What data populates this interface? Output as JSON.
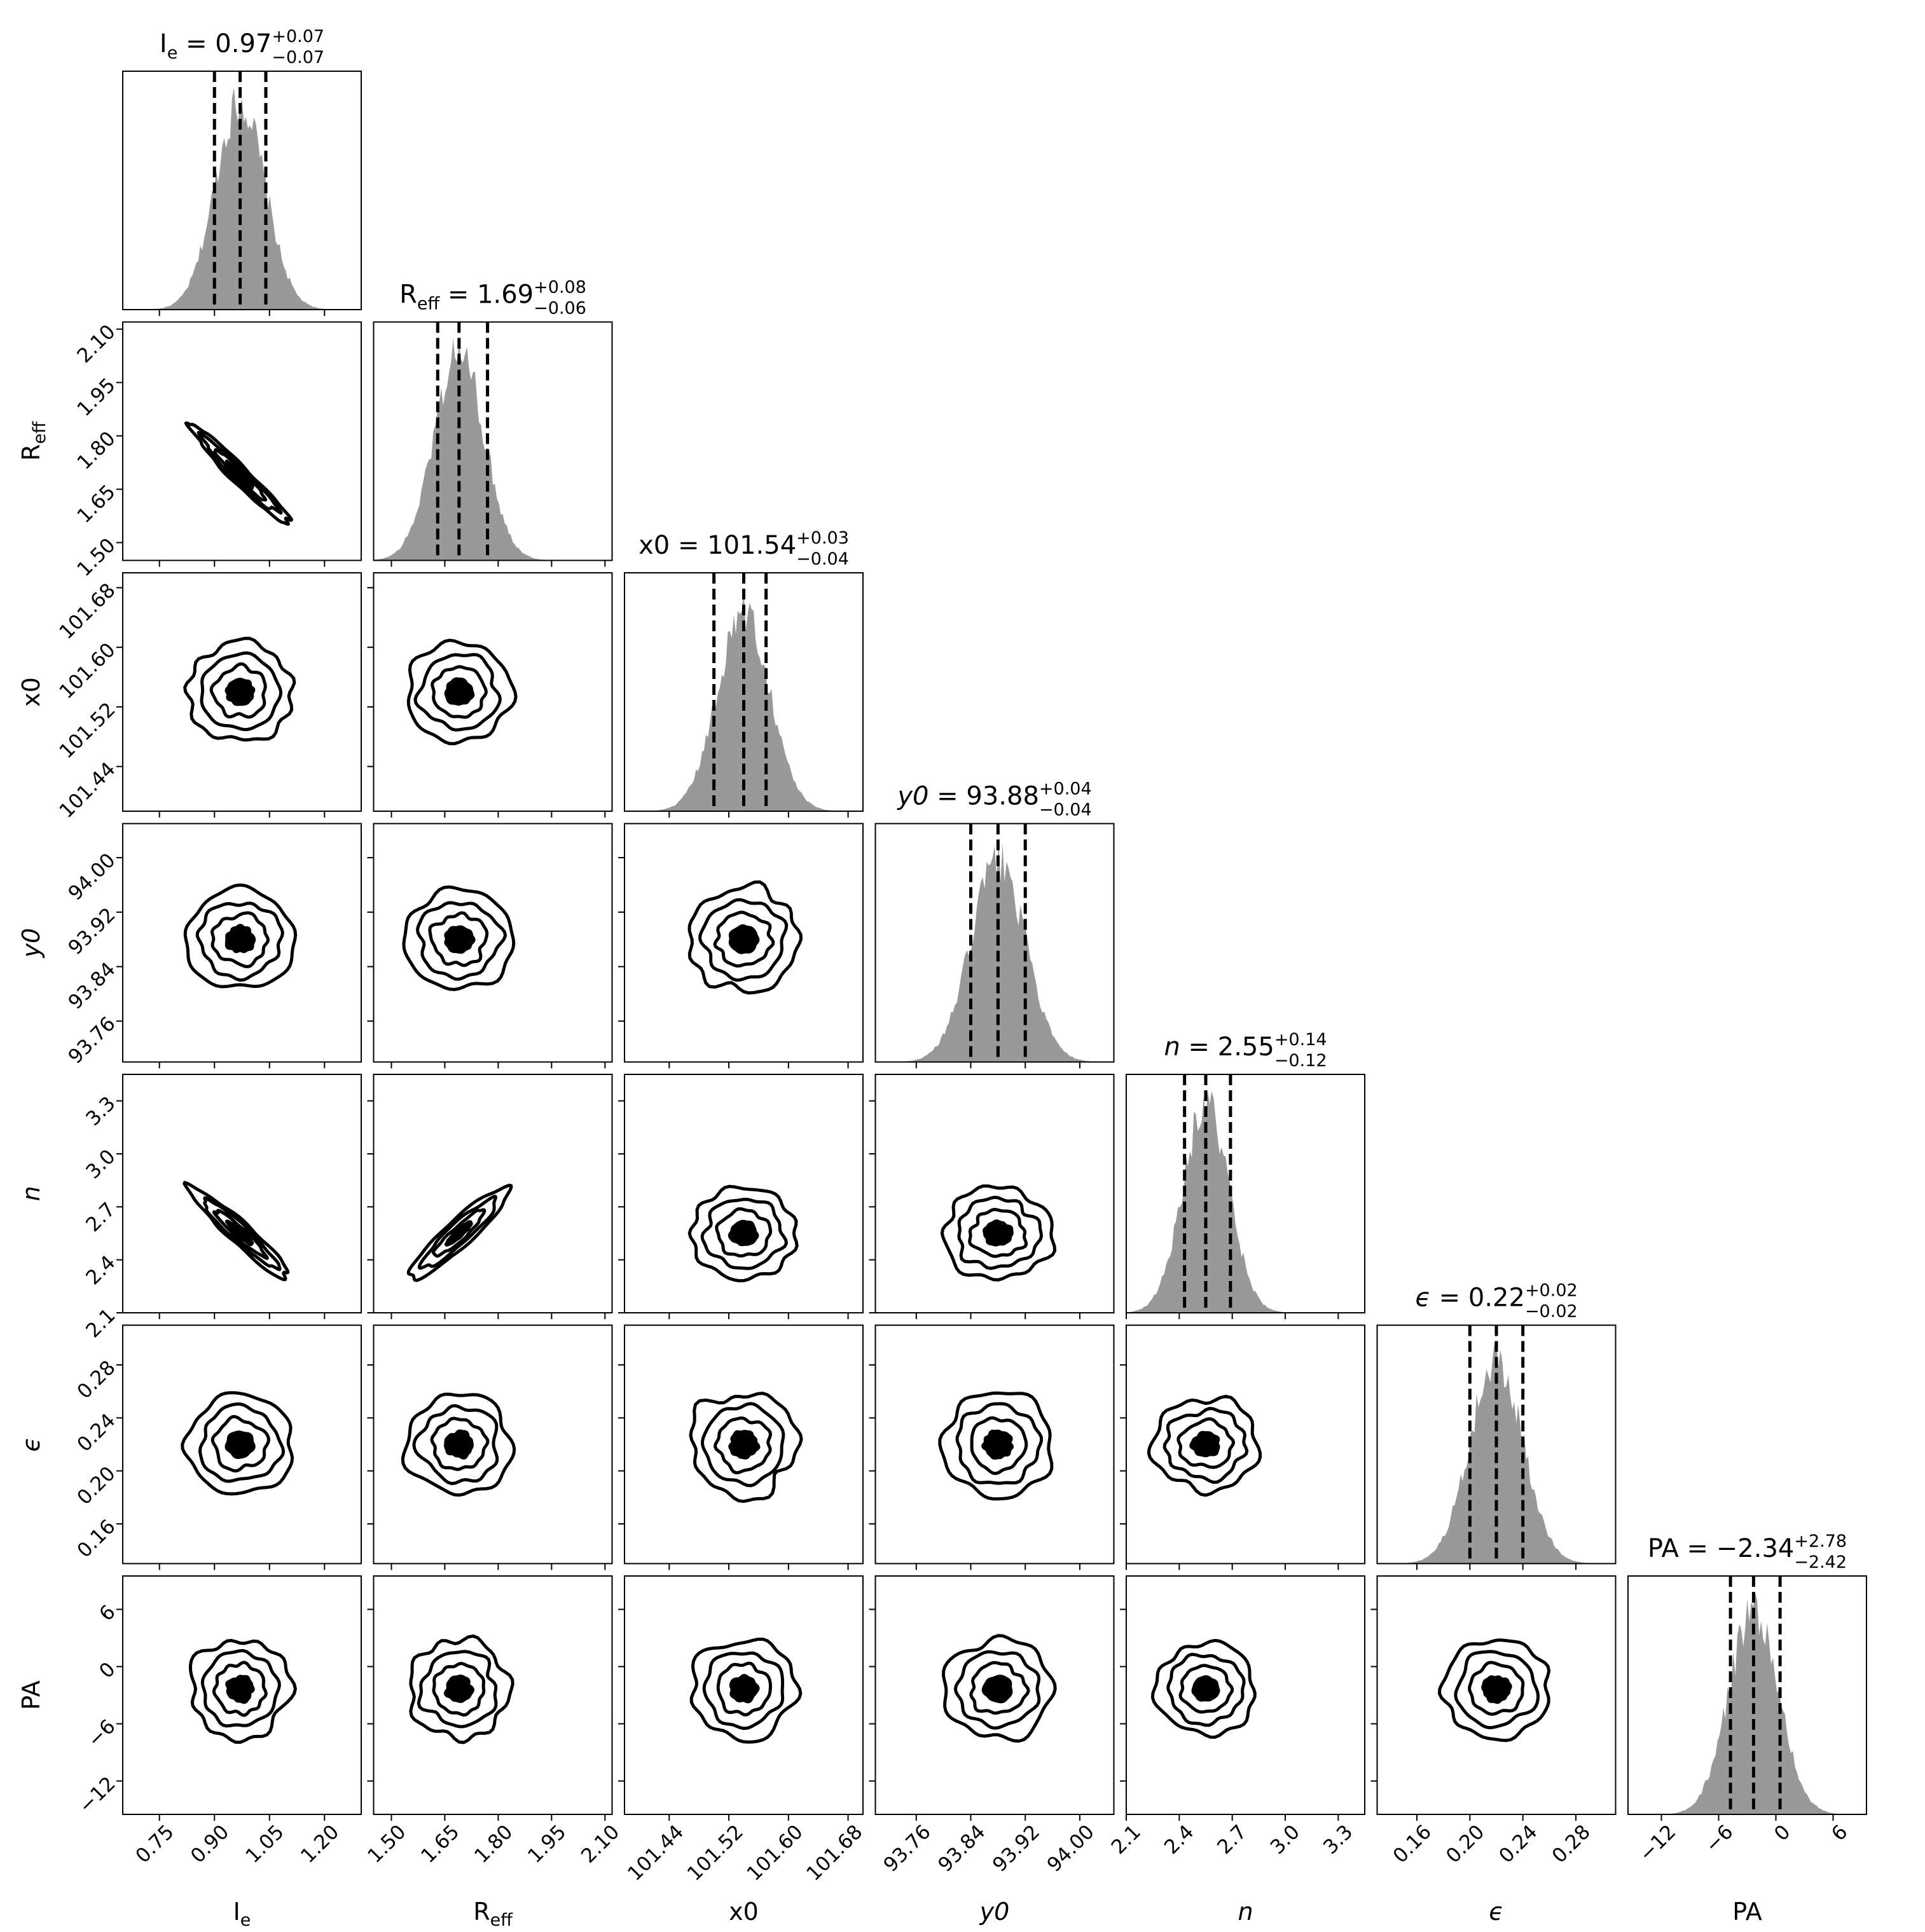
{
  "colors": {
    "hist_fill": "#999999",
    "line": "#000000",
    "background": "#ffffff"
  },
  "chart_data": {
    "type": "corner",
    "parameters": [
      {
        "id": "Ie",
        "label": "I",
        "label_sub": "e",
        "label_italic": false,
        "title_prefix": "I",
        "title_sub": "e",
        "title_value": " = 0.97",
        "title_plus": "+0.07",
        "title_minus": "−0.07",
        "median": 0.97,
        "q16": 0.9,
        "q84": 1.04,
        "sd": 0.068,
        "range": [
          0.65,
          1.3
        ],
        "ticks": [
          0.75,
          0.9,
          1.05,
          1.2
        ],
        "tick_labels": [
          "0.75",
          "0.90",
          "1.05",
          "1.20"
        ]
      },
      {
        "id": "Reff",
        "label": "R",
        "label_sub": "eff",
        "label_italic": false,
        "title_prefix": "R",
        "title_sub": "eff",
        "title_value": " = 1.69",
        "title_plus": "+0.08",
        "title_minus": "−0.06",
        "median": 1.69,
        "q16": 1.63,
        "q84": 1.77,
        "sd": 0.07,
        "range": [
          1.45,
          2.12
        ],
        "ticks": [
          1.5,
          1.65,
          1.8,
          1.95,
          2.1
        ],
        "tick_labels": [
          "1.50",
          "1.65",
          "1.80",
          "1.95",
          "2.10"
        ]
      },
      {
        "id": "x0",
        "label": "x0",
        "label_sub": "",
        "label_italic": false,
        "title_prefix": "x0",
        "title_sub": "",
        "title_value": " = 101.54",
        "title_plus": "+0.03",
        "title_minus": "−0.04",
        "median": 101.54,
        "q16": 101.5,
        "q84": 101.57,
        "sd": 0.035,
        "range": [
          101.38,
          101.7
        ],
        "ticks": [
          101.44,
          101.52,
          101.6,
          101.68
        ],
        "tick_labels": [
          "101.44",
          "101.52",
          "101.60",
          "101.68"
        ]
      },
      {
        "id": "y0",
        "label": "y0",
        "label_sub": "",
        "label_italic": true,
        "title_prefix": "y0",
        "title_sub": "",
        "title_value": " = 93.88",
        "title_plus": "+0.04",
        "title_minus": "−0.04",
        "median": 93.88,
        "q16": 93.84,
        "q84": 93.92,
        "sd": 0.04,
        "range": [
          93.7,
          94.05
        ],
        "ticks": [
          93.76,
          93.84,
          93.92,
          94.0
        ],
        "tick_labels": [
          "93.76",
          "93.84",
          "93.92",
          "94.00"
        ]
      },
      {
        "id": "n",
        "label": "n",
        "label_sub": "",
        "label_italic": true,
        "title_prefix": "n",
        "title_sub": "",
        "title_value": " = 2.55",
        "title_plus": "+0.14",
        "title_minus": "−0.12",
        "median": 2.55,
        "q16": 2.43,
        "q84": 2.69,
        "sd": 0.13,
        "range": [
          2.1,
          3.45
        ],
        "ticks": [
          2.1,
          2.4,
          2.7,
          3.0,
          3.3
        ],
        "tick_labels": [
          "2.1",
          "2.4",
          "2.7",
          "3.0",
          "3.3"
        ]
      },
      {
        "id": "eps",
        "label": "ϵ",
        "label_sub": "",
        "label_italic": true,
        "title_prefix": "ϵ",
        "title_sub": "",
        "title_value": " = 0.22",
        "title_plus": "+0.02",
        "title_minus": "−0.02",
        "median": 0.22,
        "q16": 0.2,
        "q84": 0.24,
        "sd": 0.02,
        "range": [
          0.13,
          0.31
        ],
        "ticks": [
          0.16,
          0.2,
          0.24,
          0.28
        ],
        "tick_labels": [
          "0.16",
          "0.20",
          "0.24",
          "0.28"
        ]
      },
      {
        "id": "PA",
        "label": "PA",
        "label_sub": "",
        "label_italic": false,
        "title_prefix": "PA",
        "title_sub": "",
        "title_value": " = −2.34",
        "title_plus": "+2.78",
        "title_minus": "−2.42",
        "median": -2.34,
        "q16": -4.76,
        "q84": 0.44,
        "sd": 2.6,
        "range": [
          -15.5,
          9.5
        ],
        "ticks": [
          -12,
          -6,
          0,
          6
        ],
        "tick_labels": [
          "−12",
          "−6",
          "0",
          "6"
        ]
      }
    ],
    "correlations": [
      {
        "i": 1,
        "j": 0,
        "rho": -0.97
      },
      {
        "i": 4,
        "j": 0,
        "rho": -0.95
      },
      {
        "i": 4,
        "j": 1,
        "rho": 0.92
      }
    ]
  }
}
